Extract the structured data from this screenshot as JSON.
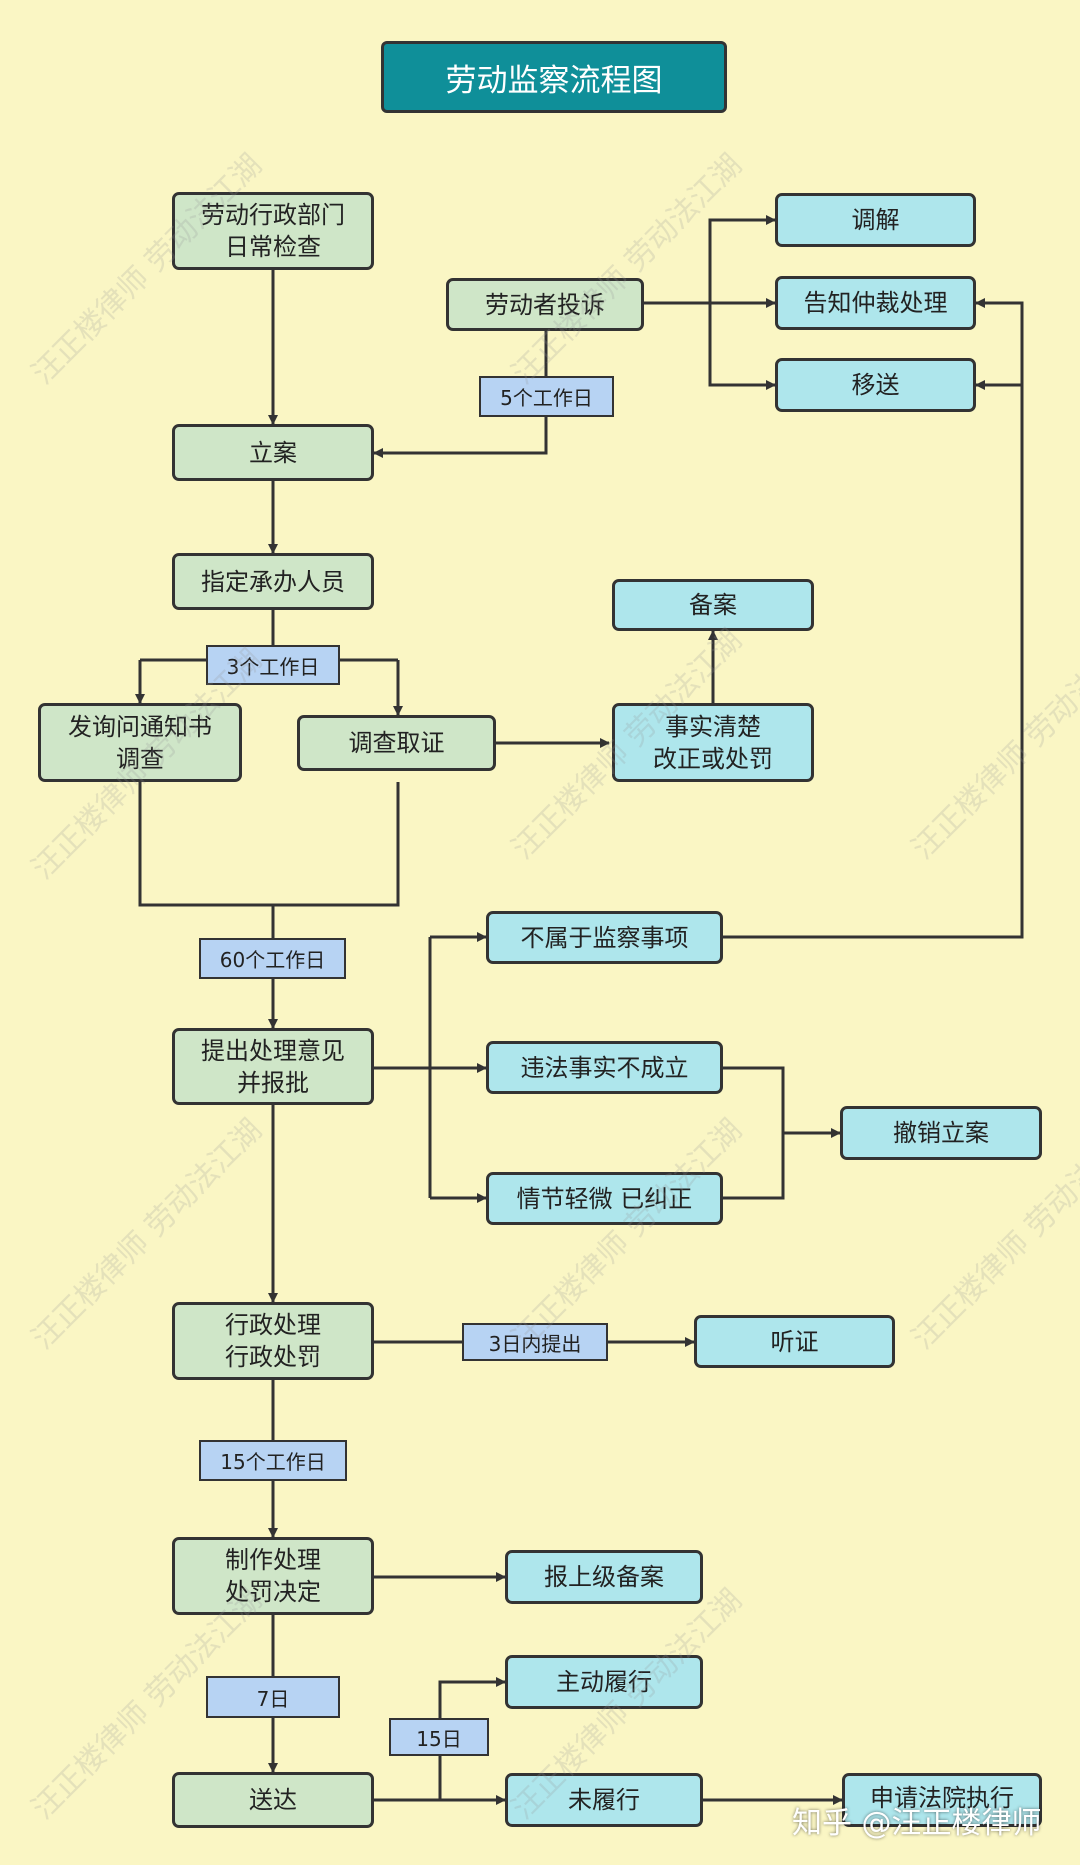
{
  "title": "劳动监察流程图",
  "nodes": {
    "daily_check": "劳动行政部门\n日常检查",
    "complaint": "劳动者投诉",
    "mediation": "调解",
    "arbitration": "告知仲裁处理",
    "transfer": "移送",
    "register": "立案",
    "assign": "指定承办人员",
    "record": "备案",
    "inquiry": "发询问通知书\n调查",
    "investigate": "调查取证",
    "facts_clear": "事实清楚\n改正或处罚",
    "not_supervision": "不属于监察事项",
    "propose": "提出处理意见\n并报批",
    "no_violation": "违法事实不成立",
    "minor": "情节轻微  已纠正",
    "cancel": "撤销立案",
    "admin": "行政处理\n行政处罚",
    "hearing": "听证",
    "decision": "制作处理\n处罚决定",
    "report": "报上级备案",
    "comply": "主动履行",
    "deliver": "送达",
    "not_comply": "未履行",
    "court": "申请法院执行"
  },
  "labels": {
    "days5": "5个工作日",
    "days3": "3个工作日",
    "days60": "60个工作日",
    "within3": "3日内提出",
    "days15": "15个工作日",
    "d7": "7日",
    "d15": "15日"
  },
  "watermark": "汪正楼律师 劳动法江湖",
  "credit": "知乎 @汪正楼律师",
  "colors": {
    "background": "#faf6c4",
    "title": "#0f8f99",
    "green_box": "#cfe6c8",
    "cyan_box": "#aee6ec",
    "label_box": "#b7d3f3",
    "line": "#333333"
  }
}
